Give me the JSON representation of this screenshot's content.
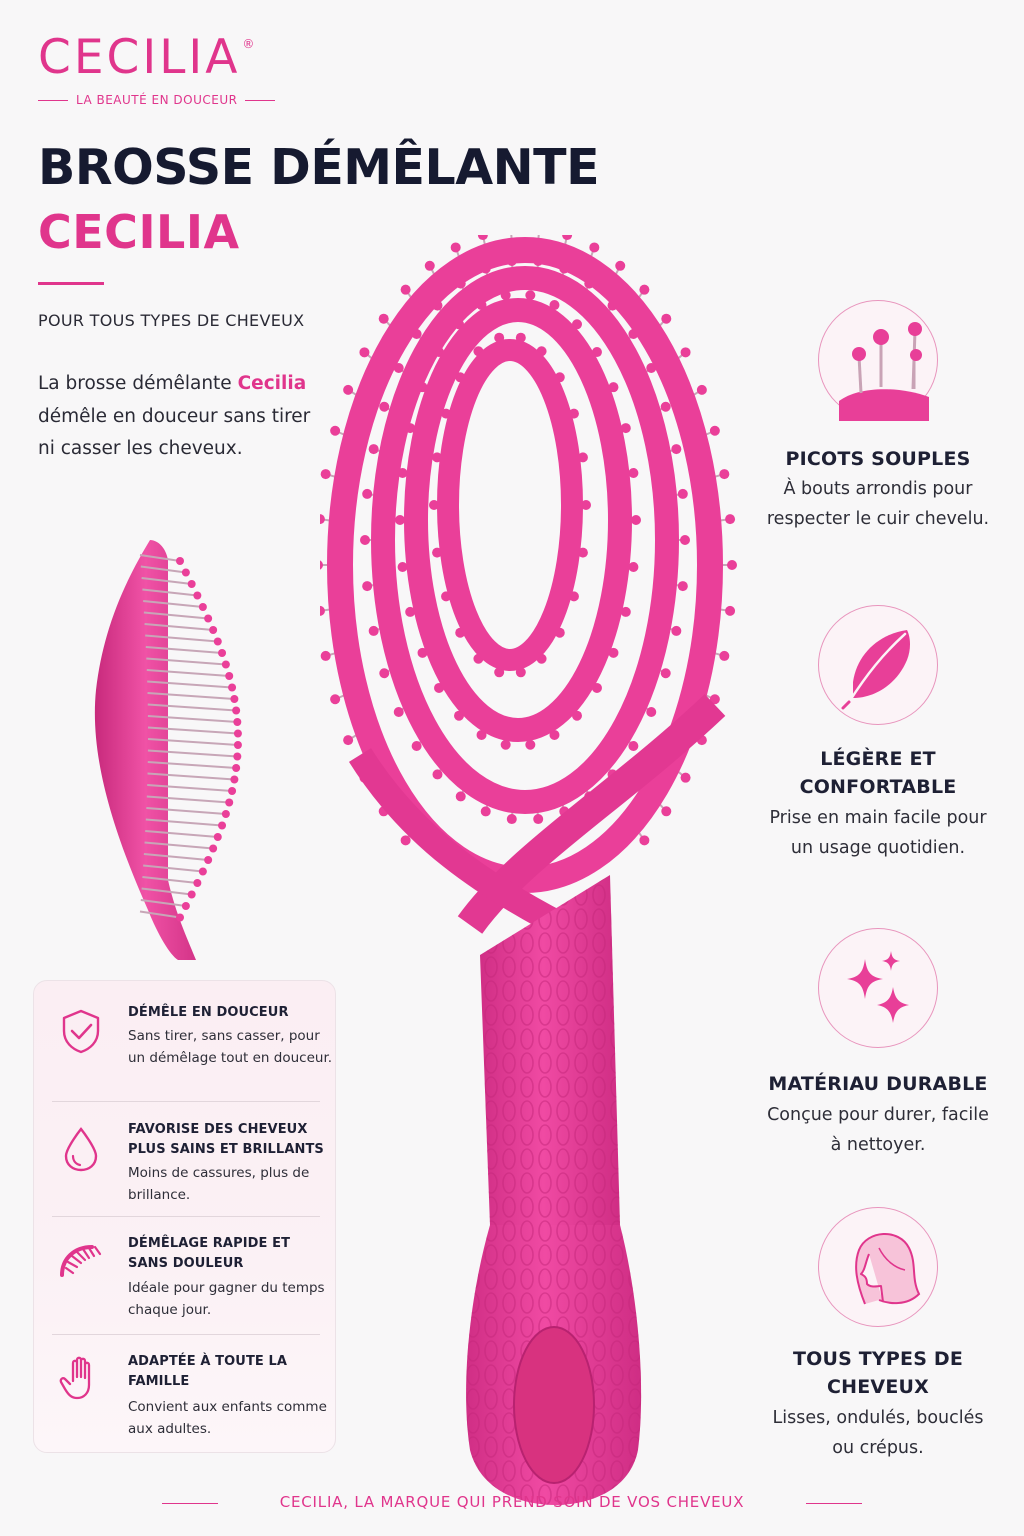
{
  "brand": {
    "name": "CECILIA",
    "registered": "®",
    "tagline": "LA BEAUTÉ EN DOUCEUR"
  },
  "headline": {
    "line1": "BROSSE DÉMÊLANTE",
    "line2": "CECILIA"
  },
  "subtitle": "POUR TOUS TYPES DE CHEVEUX",
  "description": {
    "before": "La brosse démêlante ",
    "highlight": "Cecilia",
    "after": " démêle en douceur sans tirer ni casser les cheveux."
  },
  "features_left": [
    {
      "icon": "shield-check-icon",
      "title": "DÉMÊLE EN DOUCEUR",
      "text": "Sans tirer, sans casser, pour un démêlage tout en douceur."
    },
    {
      "icon": "drop-icon",
      "title": "FAVORISE DES CHEVEUX PLUS SAINS ET BRILLANTS",
      "text": "Moins de cassures, plus de brillance."
    },
    {
      "icon": "brush-icon",
      "title": "DÉMÊLAGE RAPIDE ET SANS DOULEUR",
      "text": "Idéale pour gagner du temps chaque jour."
    },
    {
      "icon": "hand-icon",
      "title": "ADAPTÉE À TOUTE LA FAMILLE",
      "text": "Convient aux enfants comme aux adultes."
    }
  ],
  "features_right": [
    {
      "icon": "bristles-icon",
      "title": "PICOTS SOUPLES",
      "text": "À bouts arrondis pour respecter le cuir chevelu."
    },
    {
      "icon": "feather-icon",
      "title": "LÉGÈRE ET CONFORTABLE",
      "text": "Prise en main facile pour un usage quotidien."
    },
    {
      "icon": "sparkles-icon",
      "title": "MATÉRIAU DURABLE",
      "text": "Conçue pour durer, facile à nettoyer."
    },
    {
      "icon": "woman-profile-icon",
      "title": "TOUS TYPES DE CHEVEUX",
      "text": "Lisses, ondulés, bouclés ou crépus."
    }
  ],
  "footer": "CECILIA, LA MARQUE QUI PREND SOIN DE VOS CHEVEUX",
  "colors": {
    "accent": "#e0358c",
    "dark": "#161a30",
    "background": "#f8f7f8",
    "brush": "#ea3f99"
  }
}
